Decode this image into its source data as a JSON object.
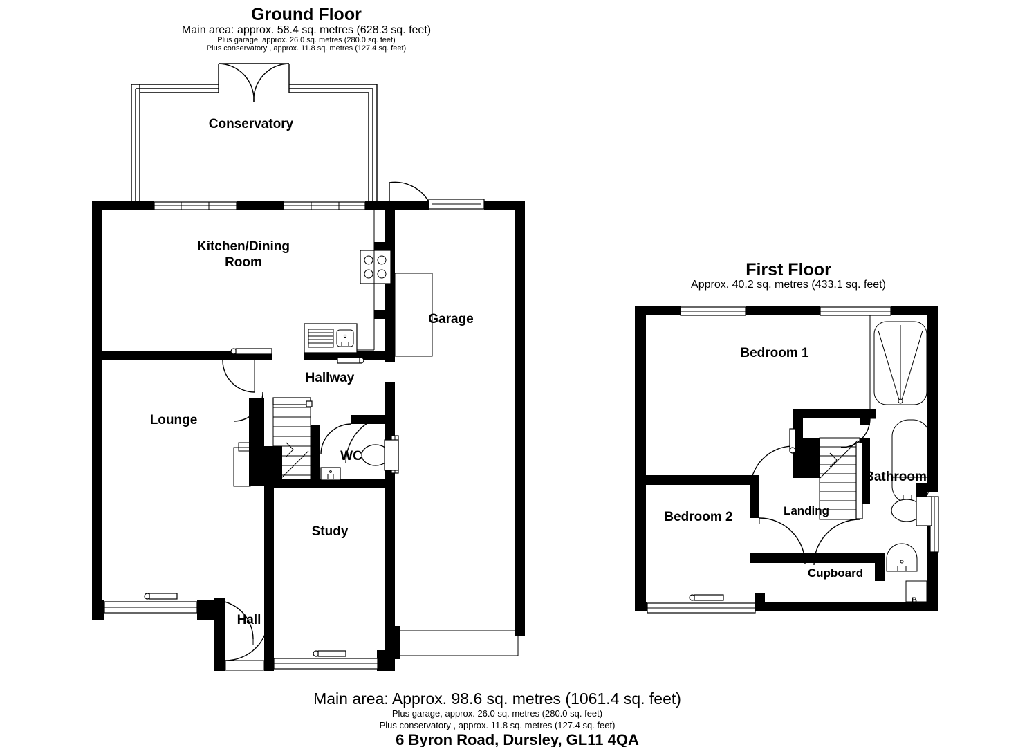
{
  "ground_floor": {
    "title": "Ground Floor",
    "main_area": "Main area: approx. 58.4 sq. metres (628.3 sq. feet)",
    "garage_note": "Plus garage, approx. 26.0 sq. metres (280.0 sq. feet)",
    "conservatory_note": "Plus conservatory , approx. 11.8 sq. metres (127.4 sq. feet)",
    "rooms": [
      {
        "name": "Conservatory"
      },
      {
        "name": "Kitchen/Dining",
        "name2": "Room"
      },
      {
        "name": "Garage"
      },
      {
        "name": "Hallway"
      },
      {
        "name": "Lounge"
      },
      {
        "name": "WC"
      },
      {
        "name": "Study"
      },
      {
        "name": "Hall"
      }
    ]
  },
  "first_floor": {
    "title": "First Floor",
    "area": "Approx. 40.2 sq. metres (433.1 sq. feet)",
    "rooms": [
      {
        "name": "Bedroom 1"
      },
      {
        "name": "Bedroom 2"
      },
      {
        "name": "Landing"
      },
      {
        "name": "Bathroom"
      },
      {
        "name": "Cupboard"
      },
      {
        "name": "B"
      }
    ]
  },
  "footer": {
    "main_area": "Main area: Approx. 98.6 sq. metres (1061.4 sq. feet)",
    "garage_note": "Plus garage, approx. 26.0 sq. metres (280.0 sq. feet)",
    "conservatory_note": "Plus conservatory , approx. 11.8 sq. metres (127.4 sq. feet)",
    "address": "6 Byron Road, Dursley, GL11 4QA"
  },
  "colors": {
    "wall": "#000000",
    "background": "#ffffff",
    "line": "#000000"
  }
}
